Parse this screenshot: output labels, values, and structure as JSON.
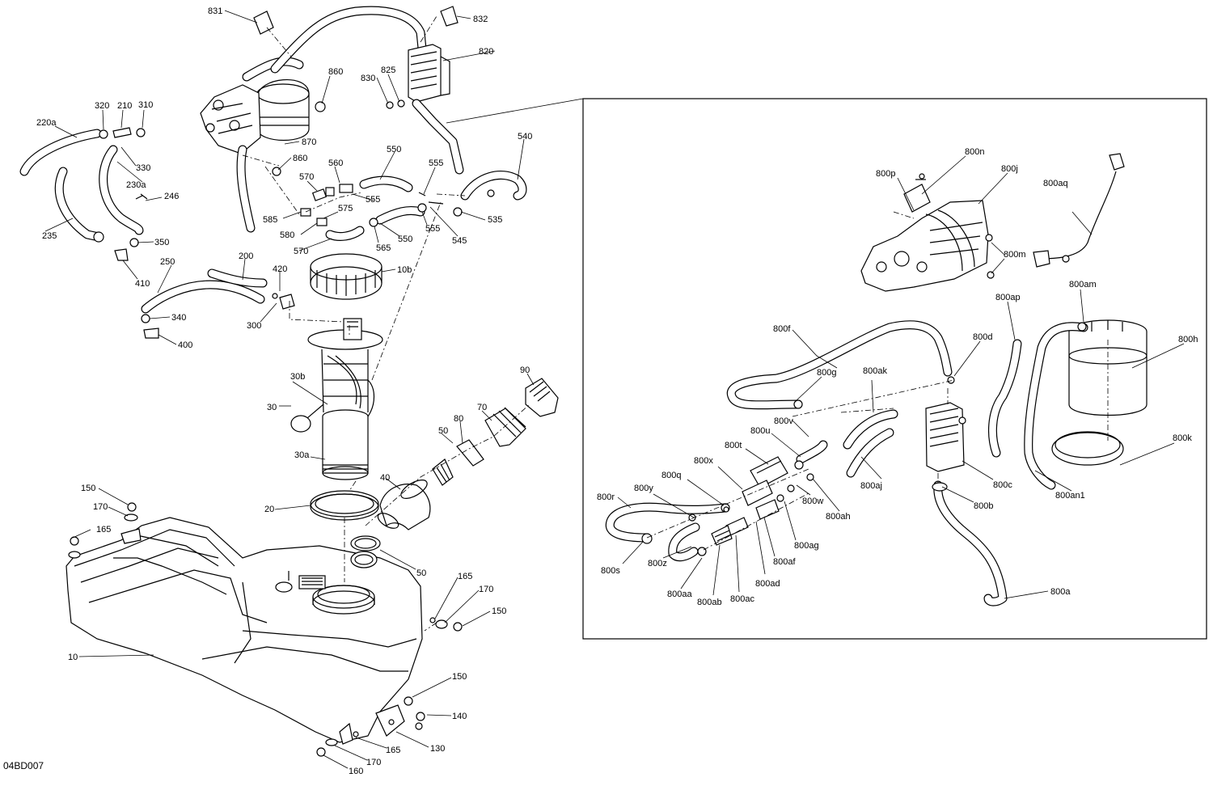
{
  "drawing_id": "04BD007",
  "labels": {
    "l831": "831",
    "l832": "832",
    "l820": "820",
    "l860a": "860",
    "l830": "830",
    "l825": "825",
    "l320": "320",
    "l210": "210",
    "l310": "310",
    "l220a": "220a",
    "l870": "870",
    "l330": "330",
    "l860b": "860",
    "l230a": "230a",
    "l550a": "550",
    "l540": "540",
    "l560": "560",
    "l555a": "555",
    "l570a": "570",
    "l246": "246",
    "l555b": "555",
    "l575": "575",
    "l585": "585",
    "l535": "535",
    "l580": "580",
    "l565": "565",
    "l550b": "550",
    "l555c": "555",
    "l545": "545",
    "l235": "235",
    "l350": "350",
    "l570b": "570",
    "l250": "250",
    "l200": "200",
    "l10b": "10b",
    "l420": "420",
    "l410": "410",
    "l340": "340",
    "l300": "300",
    "l400": "400",
    "l30b": "30b",
    "l90": "90",
    "l30": "30",
    "l70": "70",
    "l80": "80",
    "l50a": "50",
    "l30a": "30a",
    "l40": "40",
    "l150a": "150",
    "l20": "20",
    "l170a": "170",
    "l165a": "165",
    "l50b": "50",
    "l165b": "165",
    "l170b": "170",
    "l150b": "150",
    "l10": "10",
    "l150c": "150",
    "l140": "140",
    "l165c": "165",
    "l130": "130",
    "l170c": "170",
    "l160": "160",
    "l800n": "800n",
    "l800p": "800p",
    "l800j": "800j",
    "l800aq": "800aq",
    "l800m": "800m",
    "l800am": "800am",
    "l800ap": "800ap",
    "l800f": "800f",
    "l800d": "800d",
    "l800h": "800h",
    "l800g": "800g",
    "l800ak": "800ak",
    "l800v": "800v",
    "l800u": "800u",
    "l800t": "800t",
    "l800k": "800k",
    "l800x": "800x",
    "l800q": "800q",
    "l800aj": "800aj",
    "l800c": "800c",
    "l800r": "800r",
    "l800y": "800y",
    "l800an1": "800an1",
    "l800w": "800w",
    "l800ah": "800ah",
    "l800b": "800b",
    "l800ag": "800ag",
    "l800s": "800s",
    "l800af": "800af",
    "l800z": "800z",
    "l800ad": "800ad",
    "l800aa": "800aa",
    "l800ab": "800ab",
    "l800ac": "800ac",
    "l800a": "800a"
  }
}
